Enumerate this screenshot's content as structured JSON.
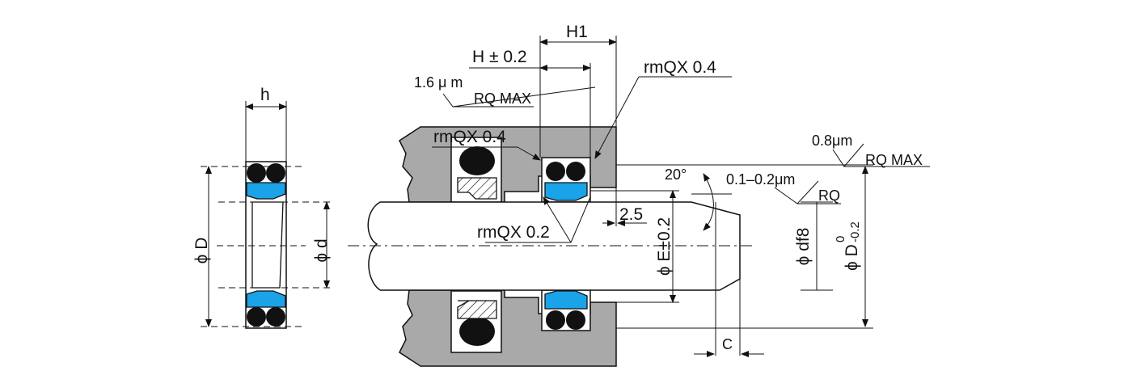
{
  "colors": {
    "housing": "#a9a9a9",
    "lip": "#1aa3e8",
    "oring": "#111111",
    "line": "#111111",
    "background": "#ffffff"
  },
  "left_view": {
    "h_label": "h",
    "D_label": "ϕ D",
    "d_label": "ϕ d"
  },
  "dimensions": {
    "H1": "H1",
    "H": "H ± 0.2",
    "rmax_top": "rmQX 0.4",
    "rmax_left": "rmQX 0.4",
    "rmax_bottom": "rmQX 0.2",
    "angle": "20°",
    "dim_25": "2.5",
    "phiE": "ϕ E±0.2",
    "phidf8": "ϕ df8",
    "phiD_main": "ϕ D",
    "phiD_tol_upper": "0",
    "phiD_tol_lower": "-0.2",
    "C": "C"
  },
  "roughness": {
    "r1_value": "1.6 μ m",
    "r1_label": "RQ MAX",
    "r2_value": "0.8μm",
    "r2_label": "RQ MAX",
    "r3_value": "0.1–0.2μm",
    "r3_label": "RQ"
  }
}
